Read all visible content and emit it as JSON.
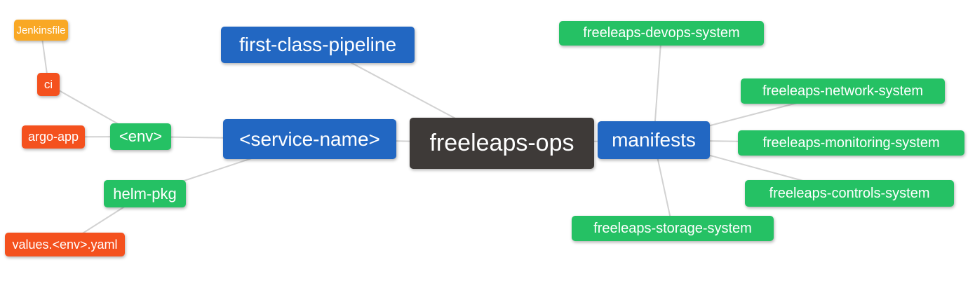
{
  "palette": {
    "blue": "#2267c2",
    "green": "#25c164",
    "red": "#f4511e",
    "amber": "#f9a825",
    "dark": "#3e3a38",
    "edge": "#d2d2d2",
    "text": "#ffffff",
    "background": "#ffffff"
  },
  "mindmap": {
    "nodes": [
      {
        "id": "jenkinsfile",
        "label": "Jenkinsfile",
        "color": "amber"
      },
      {
        "id": "ci",
        "label": "ci",
        "color": "red"
      },
      {
        "id": "argo-app",
        "label": "argo-app",
        "color": "red"
      },
      {
        "id": "env",
        "label": "<env>",
        "color": "green"
      },
      {
        "id": "helm-pkg",
        "label": "helm-pkg",
        "color": "green"
      },
      {
        "id": "values-env-yaml",
        "label": "values.<env>.yaml",
        "color": "red"
      },
      {
        "id": "first-class-pipeline",
        "label": "first-class-pipeline",
        "color": "blue"
      },
      {
        "id": "service-name",
        "label": "<service-name>",
        "color": "blue"
      },
      {
        "id": "freeleaps-ops",
        "label": "freeleaps-ops",
        "color": "dark"
      },
      {
        "id": "manifests",
        "label": "manifests",
        "color": "blue"
      },
      {
        "id": "devops-system",
        "label": "freeleaps-devops-system",
        "color": "green"
      },
      {
        "id": "network-system",
        "label": "freeleaps-network-system",
        "color": "green"
      },
      {
        "id": "monitoring-system",
        "label": "freeleaps-monitoring-system",
        "color": "green"
      },
      {
        "id": "controls-system",
        "label": "freeleaps-controls-system",
        "color": "green"
      },
      {
        "id": "storage-system",
        "label": "freeleaps-storage-system",
        "color": "green"
      }
    ],
    "edges": [
      {
        "from": "jenkinsfile",
        "to": "ci"
      },
      {
        "from": "ci",
        "to": "env"
      },
      {
        "from": "argo-app",
        "to": "env"
      },
      {
        "from": "env",
        "to": "service-name"
      },
      {
        "from": "helm-pkg",
        "to": "service-name"
      },
      {
        "from": "values-env-yaml",
        "to": "helm-pkg"
      },
      {
        "from": "first-class-pipeline",
        "to": "freeleaps-ops"
      },
      {
        "from": "service-name",
        "to": "freeleaps-ops"
      },
      {
        "from": "freeleaps-ops",
        "to": "manifests"
      },
      {
        "from": "manifests",
        "to": "devops-system"
      },
      {
        "from": "manifests",
        "to": "network-system"
      },
      {
        "from": "manifests",
        "to": "monitoring-system"
      },
      {
        "from": "manifests",
        "to": "controls-system"
      },
      {
        "from": "manifests",
        "to": "storage-system"
      }
    ]
  }
}
